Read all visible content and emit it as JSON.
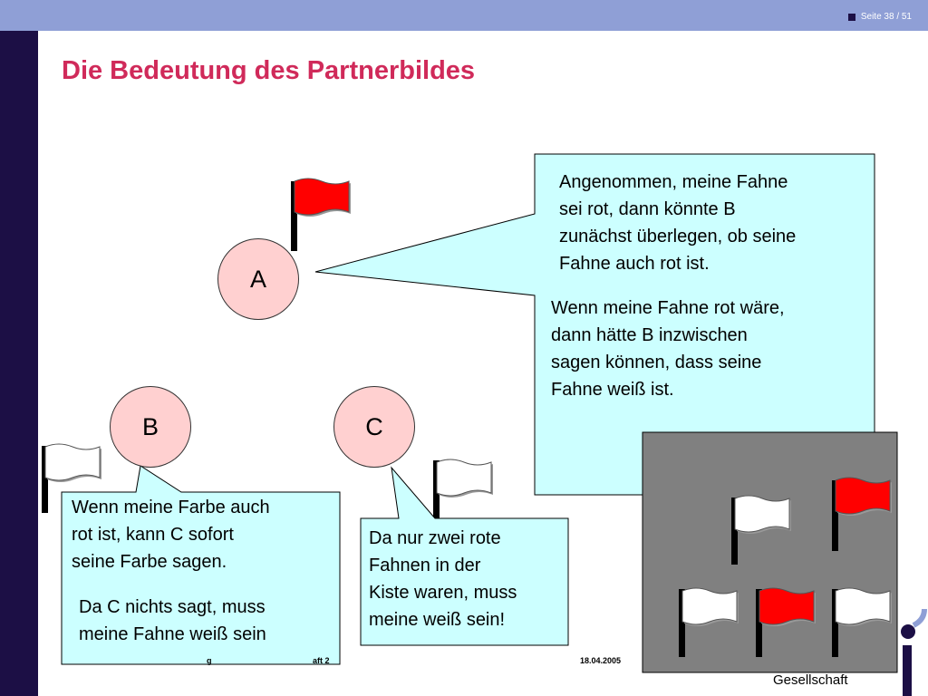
{
  "header": {
    "page_indicator": "Seite 38 / 51"
  },
  "slide": {
    "title": "Die Bedeutung des Partnerbildes"
  },
  "persons": {
    "a": "A",
    "b": "B",
    "c": "C"
  },
  "bubble_a": {
    "p1_lines": [
      "Angenommen, meine Fahne",
      "sei rot, dann könnte B",
      "zunächst überlegen, ob seine",
      "Fahne auch rot ist."
    ],
    "p2_lines": [
      "Wenn meine Fahne rot wäre,",
      "dann hätte B inzwischen",
      "sagen können, dass seine",
      "Fahne weiß ist."
    ]
  },
  "bubble_b": {
    "p1_lines": [
      "Wenn meine Farbe auch",
      "rot ist, kann C sofort",
      "seine Farbe sagen."
    ],
    "p2_lines": [
      "Da C nichts sagt, muss",
      "meine Fahne weiß sein"
    ]
  },
  "bubble_c": {
    "lines": [
      "Da nur zwei rote",
      "Fahnen in der",
      "Kiste waren, muss",
      "meine weiß sein!"
    ]
  },
  "footer": {
    "left_fragment": "g",
    "mid_fragment": "aft 2",
    "date": "18.04.2005",
    "company": "Gesellschaft"
  },
  "colors": {
    "accent": "#d02a5a",
    "bubble": "#ccffff",
    "flag_red": "#ff0000",
    "circle": "#ffd0d0",
    "navy": "#1c0f45",
    "topbar": "#8f9fd6",
    "box": "#808080"
  }
}
